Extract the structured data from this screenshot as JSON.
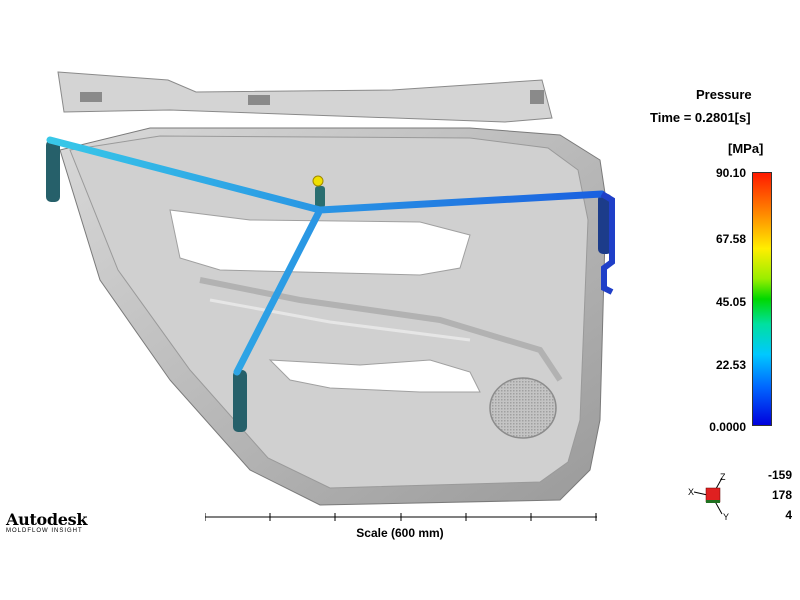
{
  "viewer": {
    "result_name": "Pressure",
    "time_label": "Time = 0.2801[s]",
    "unit": "[MPa]",
    "legend_ticks": [
      "90.10",
      "67.58",
      "45.05",
      "22.53",
      "0.0000"
    ],
    "colors": {
      "max": "#ff1a00",
      "mid": "#00d800",
      "min": "#0000dd",
      "part": "#c8c8c8"
    },
    "scale_label": "Scale (600 mm)",
    "rotation": {
      "x": "-159",
      "y": "178",
      "z": "4"
    },
    "axis_labels": {
      "x": "X",
      "y": "Y",
      "z": "Z"
    },
    "logo": {
      "brand": "Autodesk",
      "product": "MOLDFLOW INSIGHT"
    }
  }
}
